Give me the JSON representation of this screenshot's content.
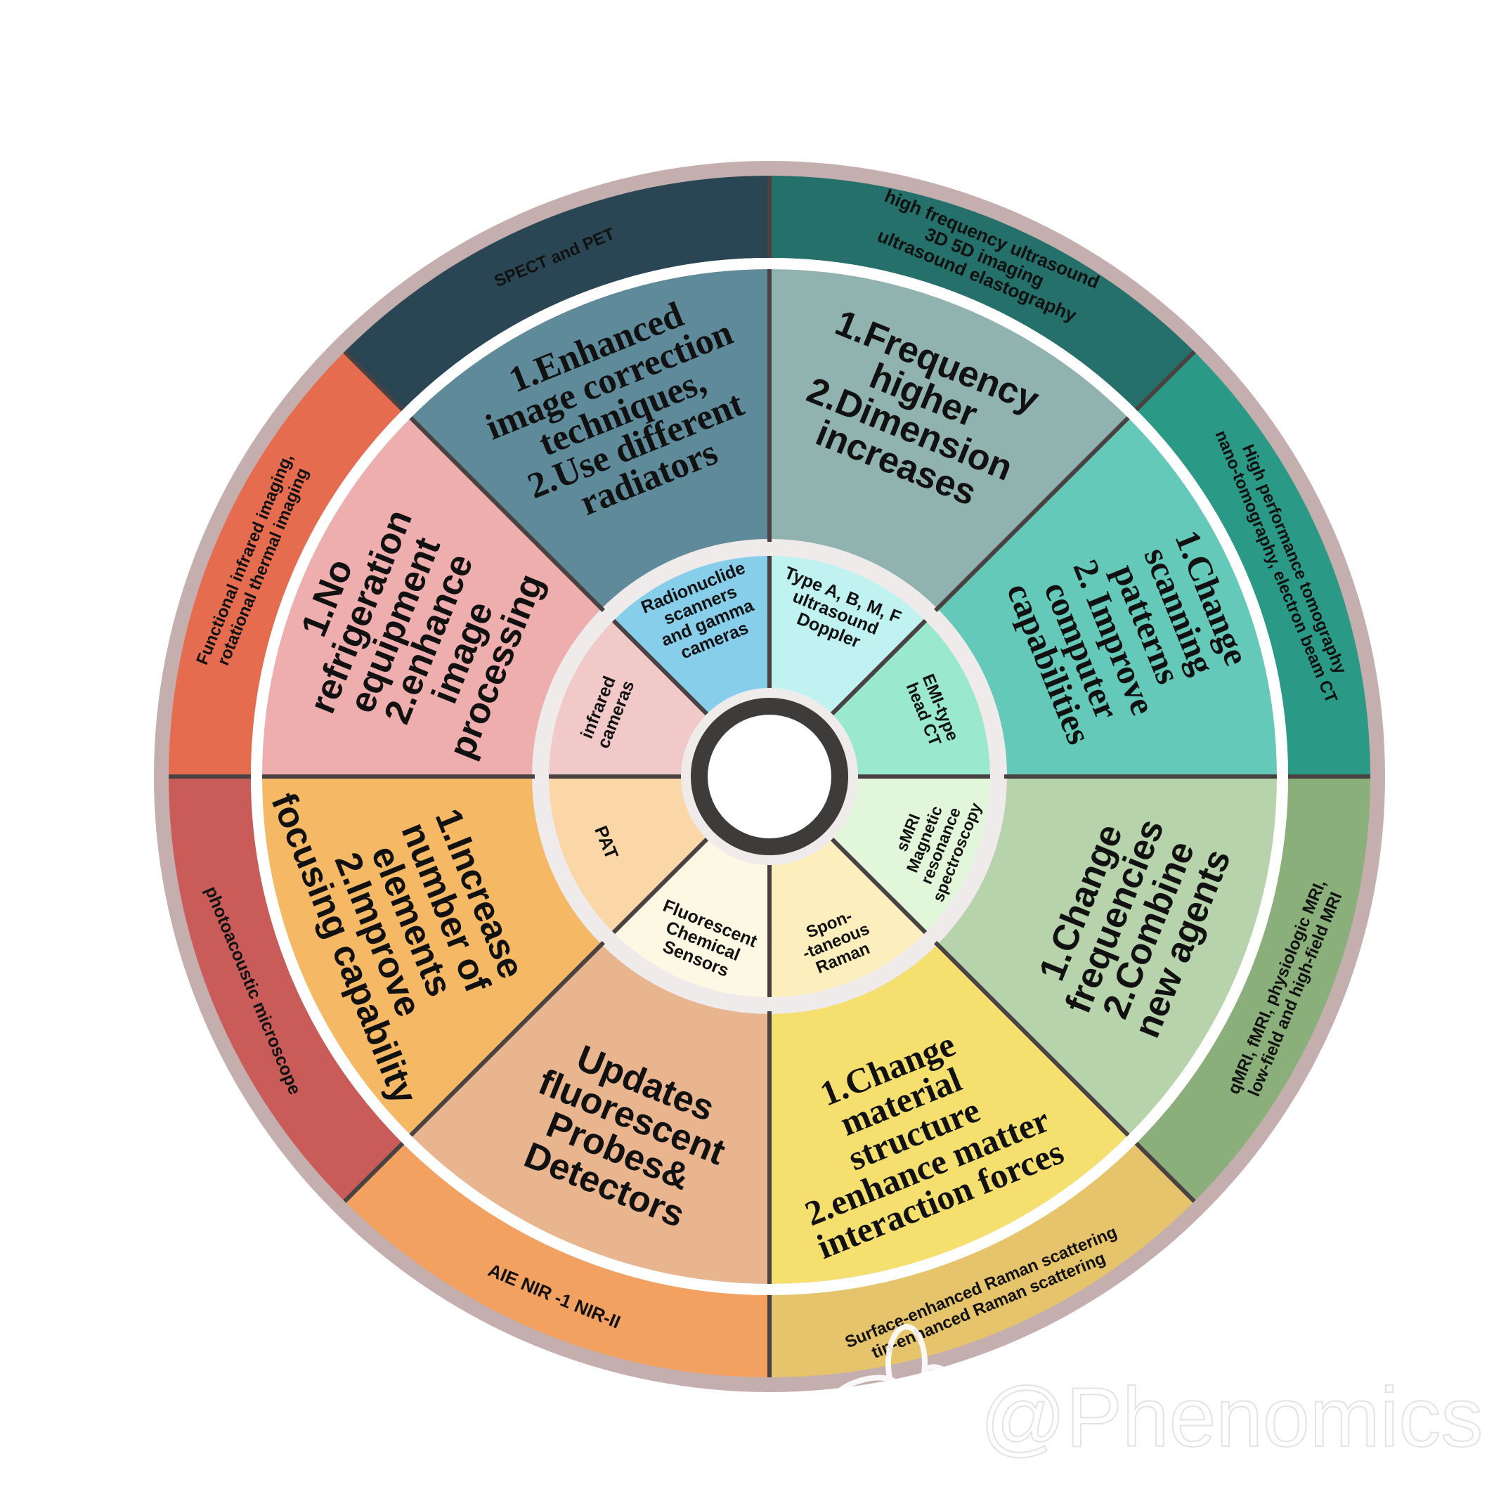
{
  "sectors": [
    {
      "id": "nuclear",
      "outer_text": [
        "SPECT and PET"
      ],
      "middle_text": [
        "1.Enhanced",
        "image correction",
        "techniques,",
        "2.Use different",
        "radiators"
      ],
      "inner_text": [
        "Radionuclide",
        "scanners",
        "and gamma",
        "cameras"
      ],
      "colors": {
        "outer": "#2a4654",
        "middle": "#5f8a9a",
        "inner": "#87ceeb"
      }
    },
    {
      "id": "ultrasound",
      "outer_text": [
        "high frequency ultrasound",
        "3D 5D imaging",
        "ultrasound elastography"
      ],
      "middle_text": [
        "1.Frequency",
        "higher",
        "2.Dimension",
        "increases"
      ],
      "inner_text": [
        "Type A, B, M, F",
        "ultrasound",
        "Doppler"
      ],
      "colors": {
        "outer": "#25706a",
        "middle": "#90b3b0",
        "inner": "#bff2f0"
      }
    },
    {
      "id": "ct",
      "outer_text": [
        "High performance tomography",
        "nano-tomography, electron beam CT"
      ],
      "middle_text": [
        "1.Change",
        "scanning",
        "patterns",
        "2. Improve",
        "computer",
        "capabilities"
      ],
      "inner_text": [
        "EMI-type",
        "head CT"
      ],
      "colors": {
        "outer": "#2a9a86",
        "middle": "#64c9b8",
        "inner": "#9ae8cd"
      }
    },
    {
      "id": "mri",
      "outer_text": [
        "qMRI, fMRI, physiologic MRI,",
        "low-field and high-field MRI"
      ],
      "middle_text": [
        "1.Change",
        "frequencies",
        "2.Combine",
        "new agents"
      ],
      "inner_text": [
        "sMRI",
        "Magnetic",
        "resonance",
        "spectroscopy"
      ],
      "colors": {
        "outer": "#8aaf7a",
        "middle": "#b7d3ab",
        "inner": "#e2f7d9"
      }
    },
    {
      "id": "raman",
      "outer_text": [
        "Surface-enhanced Raman scattering",
        "tip-enhanced Raman scattering"
      ],
      "middle_text": [
        "1.Change",
        "material",
        "structure",
        "2.enhance matter",
        "interaction forces"
      ],
      "inner_text": [
        "Spon-",
        "-taneous",
        "Raman"
      ],
      "colors": {
        "outer": "#e6c46c",
        "middle": "#f5e06f",
        "inner": "#fdefbd"
      }
    },
    {
      "id": "fluorescence",
      "outer_text": [
        "AIE NIR -1 NIR-II"
      ],
      "middle_text": [
        "Updates",
        "fluorescent",
        "Probes&",
        "Detectors"
      ],
      "inner_text": [
        "Fluorescent",
        "Chemical",
        "Sensors"
      ],
      "colors": {
        "outer": "#f2a160",
        "middle": "#e8b58f",
        "inner": "#fdf8e4"
      }
    },
    {
      "id": "photoacoustic",
      "outer_text": [
        "photoacoustic microscope"
      ],
      "middle_text": [
        "1.Increase",
        "number of",
        "elements",
        "2.Improve",
        "focusing capability"
      ],
      "inner_text": [
        "PAT"
      ],
      "colors": {
        "outer": "#c95c58",
        "middle": "#f5b965",
        "inner": "#fbd7a8"
      }
    },
    {
      "id": "infrared",
      "outer_text": [
        "Functional infrared imaging,",
        "rotational thermal imaging"
      ],
      "middle_text": [
        "1.No",
        "refrigeration",
        "equipment",
        "2.enhance",
        "image",
        "processing"
      ],
      "inner_text": [
        "infrared",
        "cameras"
      ],
      "colors": {
        "outer": "#e66c4f",
        "middle": "#eeaeae",
        "inner": "#f2c9c9"
      }
    }
  ],
  "watermark": "@Phenomics",
  "colors": {
    "outer_rim": "#c4aeae",
    "divider": "#4a4242",
    "white_ring": "#ffffff",
    "inner_ring": "#f0ebeb",
    "hub_ring": "#3e3b3b",
    "hub_center": "#ffffff",
    "text": "#111111"
  }
}
